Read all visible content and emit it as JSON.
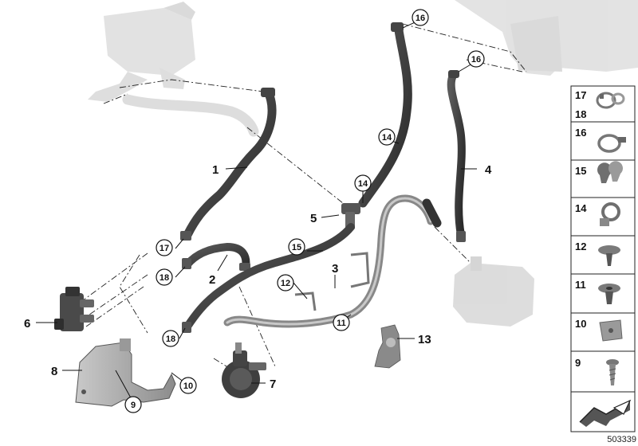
{
  "diagram_id": "503339",
  "callouts": {
    "c1": "1",
    "c2": "2",
    "c3": "3",
    "c4": "4",
    "c5": "5",
    "c6": "6",
    "c7": "7",
    "c8": "8",
    "c13": "13"
  },
  "circled": {
    "k16a": "16",
    "k16b": "16",
    "k14a": "14",
    "k14b": "14",
    "k15": "15",
    "k17": "17",
    "k18a": "18",
    "k18b": "18",
    "k12": "12",
    "k11": "11",
    "k10": "10",
    "k9": "9"
  },
  "legend": [
    {
      "label": "17",
      "label2": "18",
      "icon": "hose-clamp-pair-icon"
    },
    {
      "label": "16",
      "icon": "hose-clamp-icon"
    },
    {
      "label": "15",
      "icon": "double-holder-clip-icon"
    },
    {
      "label": "14",
      "icon": "holder-clip-icon"
    },
    {
      "label": "12",
      "icon": "expanding-rivet-icon"
    },
    {
      "label": "11",
      "icon": "expanding-nut-icon"
    },
    {
      "label": "10",
      "icon": "speed-nut-icon"
    },
    {
      "label": "9",
      "icon": "screw-icon"
    },
    {
      "label": "",
      "icon": "direction-arrow-icon"
    }
  ]
}
